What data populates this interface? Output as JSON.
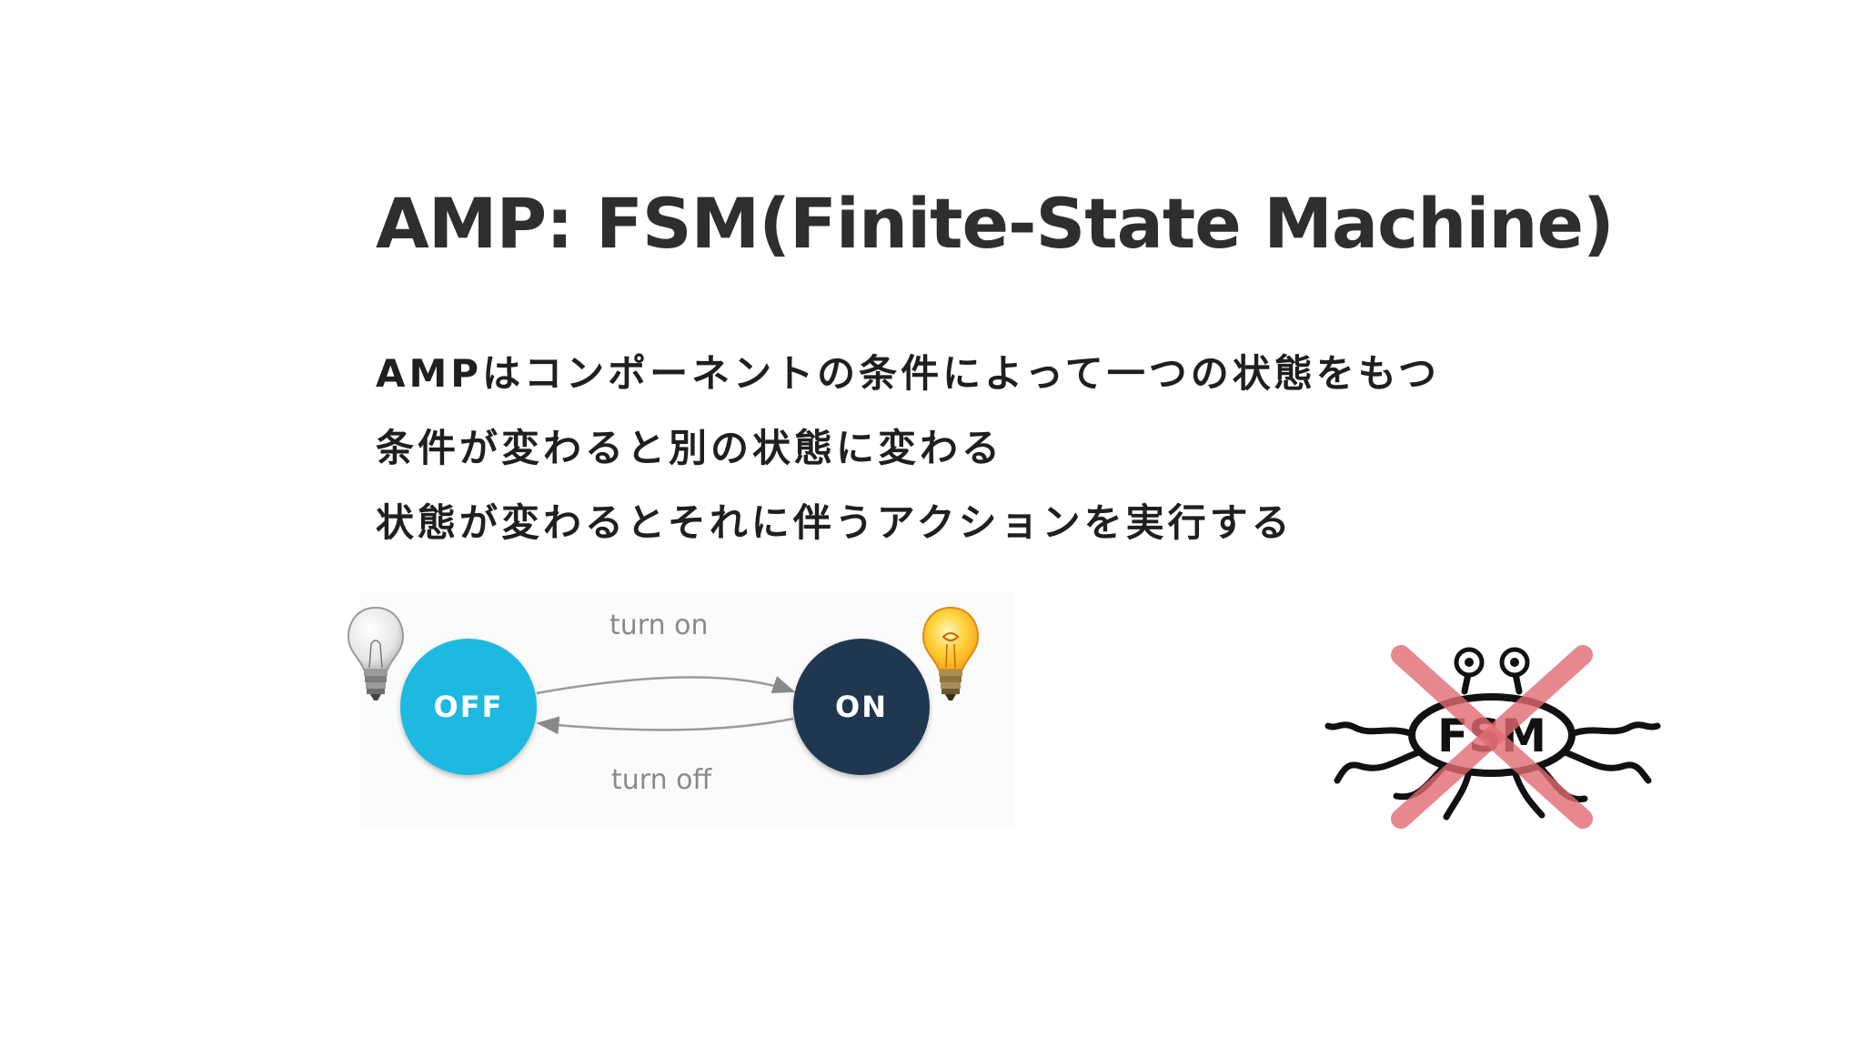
{
  "slide": {
    "title": "AMP: FSM(Finite-State Machine)",
    "bullets": [
      "AMPはコンポーネントの条件によって一つの状態をもつ",
      "条件が変わると別の状態に変わる",
      "状態が変わるとそれに伴うアクションを実行する"
    ]
  },
  "diagram": {
    "states": {
      "off": {
        "label": "OFF",
        "color": "#1db9e0"
      },
      "on": {
        "label": "ON",
        "color": "#1f3850"
      }
    },
    "transitions": {
      "turn_on": "turn on",
      "turn_off": "turn off"
    },
    "icons": {
      "off_state_icon": "unlit-light-bulb-icon",
      "on_state_icon": "lit-light-bulb-icon"
    }
  },
  "logo": {
    "text": "FSM",
    "cross_color": "#e06a72",
    "icon": "crossed-out-fsm-monster-logo"
  }
}
